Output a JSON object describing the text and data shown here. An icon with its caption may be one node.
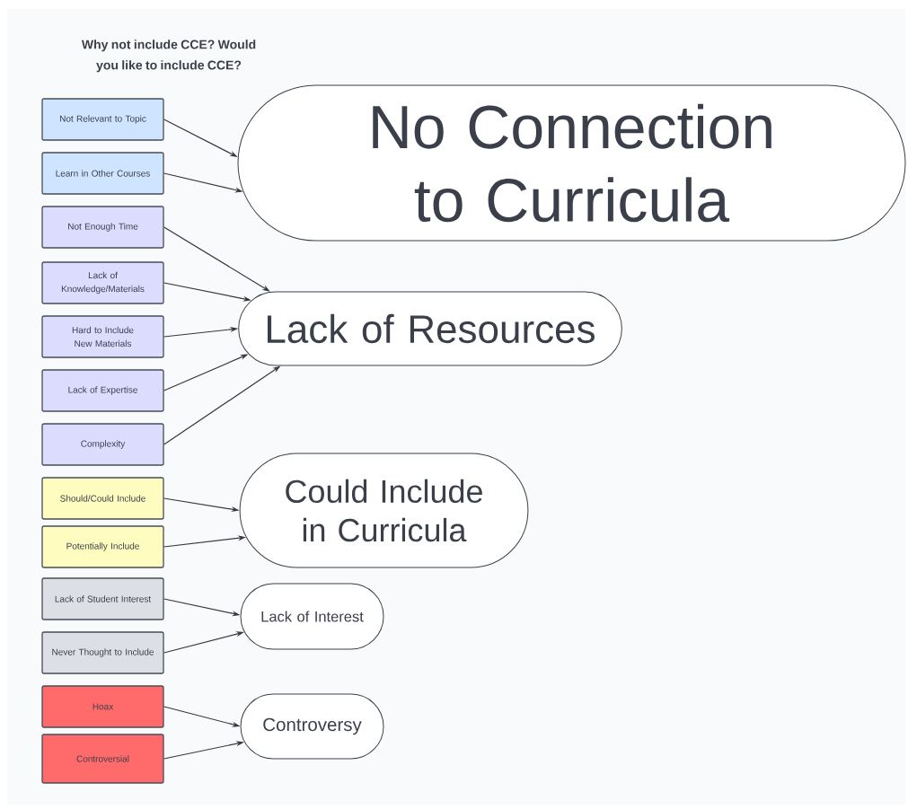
{
  "diagram": {
    "title": "Why not include CCE? Would you like to include CCE?",
    "nodes": [
      {
        "text": [
          "Not Relevant to Topic"
        ]
      },
      {
        "text": [
          "Learn in Other Courses"
        ]
      },
      {
        "text": [
          "Not Enough Time"
        ]
      },
      {
        "text": [
          "Lack of Knowledge/Materials"
        ]
      },
      {
        "text": [
          "Hard to Include New Materials"
        ]
      },
      {
        "text": [
          "Lack of Expertise"
        ]
      },
      {
        "text": [
          "Complexity"
        ]
      },
      {
        "text": [
          "Should/Could Include"
        ]
      },
      {
        "text": [
          "Potentially Include"
        ]
      },
      {
        "text": [
          "Lack of Student Interest"
        ]
      },
      {
        "text": [
          "Never Thought to Include"
        ]
      },
      {
        "text": [
          "Hoax"
        ]
      },
      {
        "text": [
          "Controversial"
        ]
      },
      {
        "text": [
          "No Connection to Curricula"
        ]
      },
      {
        "text": [
          "Lack of Resources"
        ]
      },
      {
        "text": [
          "Could Include in Curricula"
        ]
      },
      {
        "text": [
          "Lack of Interest"
        ]
      },
      {
        "text": [
          "Controversy"
        ]
      }
    ],
    "edges": [
      {
        "from": 0,
        "to": 13,
        "arrow": "to"
      },
      {
        "from": 1,
        "to": 13,
        "arrow": "to"
      },
      {
        "from": 2,
        "to": 14,
        "arrow": "to"
      },
      {
        "from": 3,
        "to": 14,
        "arrow": "to"
      },
      {
        "from": 4,
        "to": 14,
        "arrow": "to"
      },
      {
        "from": 5,
        "to": 14,
        "arrow": "to"
      },
      {
        "from": 6,
        "to": 14,
        "arrow": "to"
      },
      {
        "from": 7,
        "to": 15,
        "arrow": "to"
      },
      {
        "from": 8,
        "to": 15,
        "arrow": "to"
      },
      {
        "from": 9,
        "to": 16,
        "arrow": "to"
      },
      {
        "from": 10,
        "to": 16,
        "arrow": "to"
      },
      {
        "from": 11,
        "to": 17,
        "arrow": "to"
      },
      {
        "from": 12,
        "to": 17,
        "arrow": "to"
      }
    ]
  }
}
